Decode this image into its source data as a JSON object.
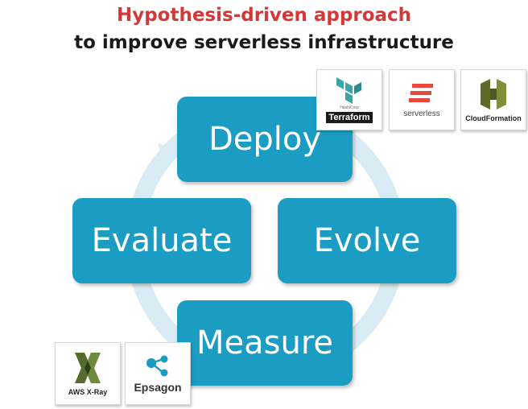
{
  "title": {
    "line1": "Hypothesis-driven approach",
    "line2": "to improve serverless infrastructure"
  },
  "cycle": {
    "steps": [
      "Deploy",
      "Evolve",
      "Measure",
      "Evaluate"
    ],
    "box_color": "#1b9dc3",
    "arrow_color": "#d9ecf3"
  },
  "logos": {
    "terraform": {
      "small": "HashiCorp",
      "label": "Terraform",
      "icon": "terraform-icon"
    },
    "serverless": {
      "label": "serverless",
      "icon": "serverless-icon"
    },
    "cloudformation": {
      "label": "CloudFormation",
      "icon": "cloudformation-icon"
    },
    "xray": {
      "label": "AWS X-Ray",
      "icon": "aws-xray-icon"
    },
    "epsagon": {
      "label": "Epsagon",
      "icon": "epsagon-icon"
    }
  },
  "colors": {
    "title_red": "#d23a3a",
    "title_dark": "#1a1a1a",
    "serverless_red": "#e8473c",
    "cloudformation_green": "#6b7b2f",
    "terraform_teal": "#3aa5a5",
    "epsagon_blue": "#1b9dc3"
  }
}
